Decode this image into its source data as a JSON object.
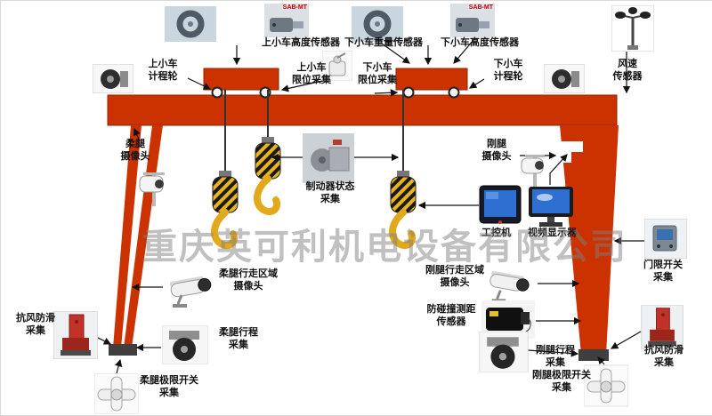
{
  "watermark": "重庆英可利机电设备有限公司",
  "badges": {
    "motor_model": "SAB-MT"
  },
  "labels": {
    "upper_trolley_height_sensor": "上小车高度传感器",
    "lower_trolley_weight_sensor": "下小车重量传感器",
    "lower_trolley_height_sensor": "下小车高度传感器",
    "upper_trolley_odometer": "上小车\n计程轮",
    "lower_trolley_odometer": "下小车\n计程轮",
    "wind_speed_sensor": "风速\n传感器",
    "upper_trolley_limit": "上小车\n限位采集",
    "lower_trolley_limit": "下小车\n限位采集",
    "flexible_leg_camera": "柔腿\n摄像头",
    "rigid_leg_camera": "刚腿\n摄像头",
    "brake_status": "制动器状态\n采集",
    "industrial_pc": "工控机",
    "video_display": "视频显示器",
    "door_limit_switch": "门限开关\n采集",
    "flexible_leg_area_camera": "柔腿行走区域\n摄像头",
    "rigid_leg_area_camera": "刚腿行走区域\n摄像头",
    "anti_collision_sensor": "防碰撞测距\n传感器",
    "anti_wind_left": "抗风防滑\n采集",
    "anti_wind_right": "抗风防滑\n采集",
    "flexible_leg_travel": "柔腿行程\n采集",
    "rigid_leg_travel": "刚腿行程\n采集",
    "flexible_leg_limit_switch": "柔腿极限开关\n采集",
    "rigid_leg_limit_switch": "刚腿极限开关\n采集"
  },
  "colors": {
    "crane": "#cc3200",
    "hook": "#e9b51f",
    "watermark": "#7d7d7d"
  }
}
